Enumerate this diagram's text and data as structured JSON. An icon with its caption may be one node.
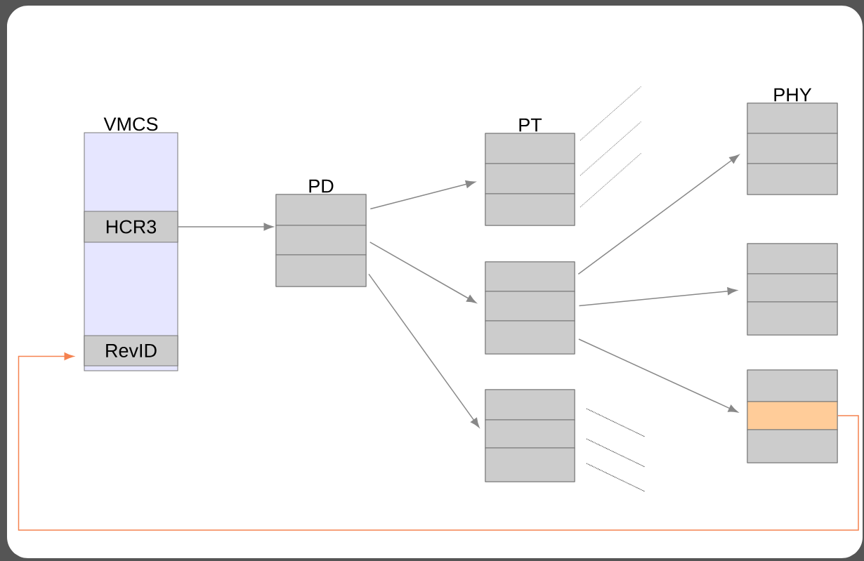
{
  "diagram": {
    "nodes": [
      {
        "text": [
          "VMCS"
        ]
      },
      {
        "text": [
          "HCR3"
        ],
        "in": 0
      },
      {
        "text": [
          "RevID"
        ],
        "in": 0
      },
      {
        "text": [
          "PD"
        ]
      },
      {
        "text": [],
        "shape": "box",
        "in": 3
      },
      {
        "text": [],
        "shape": "box",
        "in": 3
      },
      {
        "text": [],
        "shape": "box",
        "in": 3
      },
      {
        "text": [
          "PT"
        ]
      },
      {
        "text": [],
        "shape": "box",
        "in": 7
      },
      {
        "text": [],
        "shape": "box",
        "in": 7
      },
      {
        "text": [],
        "shape": "box",
        "in": 7
      },
      {
        "text": [],
        "shape": "box"
      },
      {
        "text": [],
        "shape": "box",
        "in": 11
      },
      {
        "text": [],
        "shape": "box",
        "in": 11
      },
      {
        "text": [],
        "shape": "box",
        "in": 11
      },
      {
        "text": [],
        "shape": "box"
      },
      {
        "text": [],
        "shape": "box",
        "in": 15
      },
      {
        "text": [],
        "shape": "box",
        "in": 15
      },
      {
        "text": [],
        "shape": "box",
        "in": 15
      },
      {
        "text": [
          "PHY"
        ]
      },
      {
        "text": [],
        "shape": "box",
        "in": 19
      },
      {
        "text": [],
        "shape": "box",
        "in": 19
      },
      {
        "text": [],
        "shape": "box",
        "in": 19
      },
      {
        "text": [],
        "shape": "box"
      },
      {
        "text": [],
        "shape": "box",
        "in": 23
      },
      {
        "text": [],
        "shape": "box",
        "in": 23
      },
      {
        "text": [],
        "shape": "box",
        "in": 23
      },
      {
        "text": [],
        "shape": "box"
      },
      {
        "text": [],
        "shape": "box",
        "in": 27
      },
      {
        "text": [],
        "shape": "box",
        "in": 27
      },
      {
        "text": [],
        "shape": "box",
        "in": 27
      }
    ],
    "edges": [
      {
        "from": 1,
        "to": 3,
        "arrow": "to"
      },
      {
        "from": 4,
        "to": 7,
        "arrow": "to"
      },
      {
        "from": 5,
        "to": 11,
        "arrow": "to"
      },
      {
        "from": 6,
        "to": 15,
        "arrow": "to"
      },
      {
        "from": 12,
        "to": 19,
        "arrow": "to"
      },
      {
        "from": 13,
        "to": 23,
        "arrow": "to"
      },
      {
        "from": 14,
        "to": 27,
        "arrow": "to"
      },
      {
        "from": 29,
        "to": 2,
        "arrow": "to",
        "color": "#f5824f"
      }
    ]
  }
}
